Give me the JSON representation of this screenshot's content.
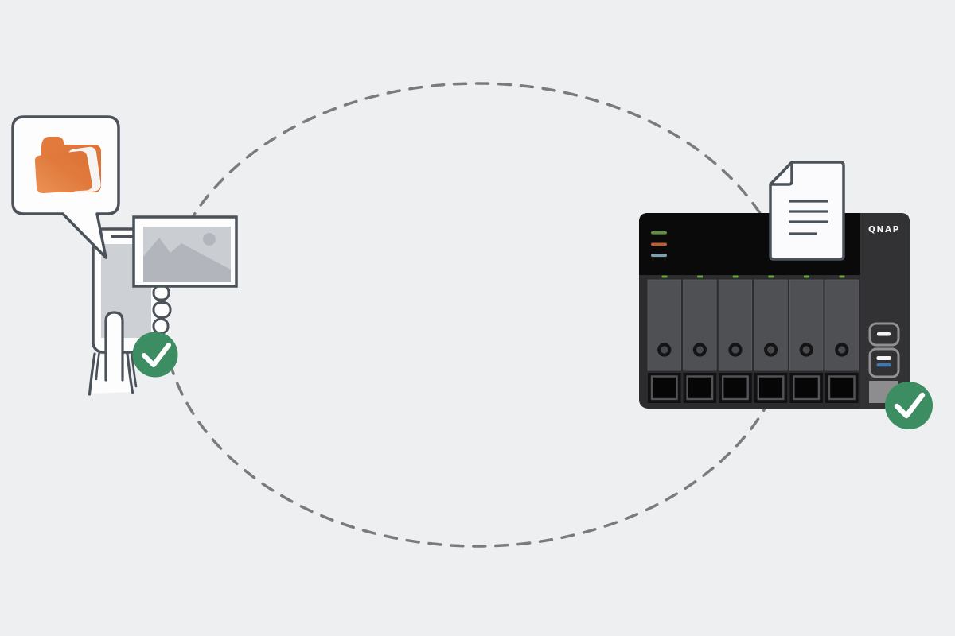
{
  "illustration": {
    "description_colors": {
      "background": "#eeeff1",
      "outline": "#4b525a",
      "sync_loop": "#7b7b7d",
      "check_green": "#3c8e62",
      "folder_orange": "#df7538"
    },
    "sync_loop": {
      "style": "dashed-ellipse"
    },
    "left_device": {
      "type": "smartphone-in-hand",
      "speech_bubble_icon": "folder-icon",
      "overlay_icon": "photo-icon",
      "status_icon": "check-circle-icon"
    },
    "right_device": {
      "type": "nas-6-bay",
      "brand_label": "QNAP",
      "drive_bay_count": 6,
      "status_led_colors": [
        "#5d8f3e",
        "#c05c2e",
        "#7fa0b0"
      ],
      "bay_led_color": "#69a33c",
      "usb_led_color": "#3d7ab5",
      "overlay_icon": "document-icon",
      "status_icon": "check-circle-icon"
    }
  }
}
